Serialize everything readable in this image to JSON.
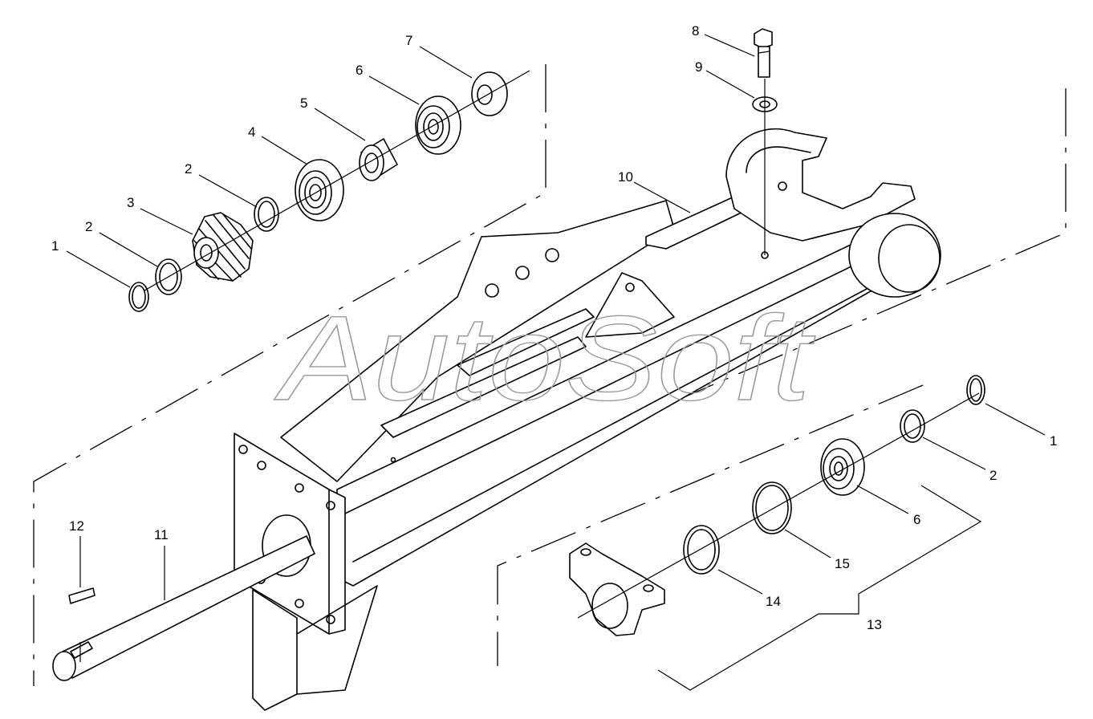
{
  "watermark": "AutoSoft",
  "callouts": {
    "c1a": "1",
    "c2a": "2",
    "c3": "3",
    "c2b": "2",
    "c4": "4",
    "c5": "5",
    "c6a": "6",
    "c7": "7",
    "c8": "8",
    "c9": "9",
    "c10": "10",
    "c11": "11",
    "c12": "12",
    "c1b": "1",
    "c2c": "2",
    "c6b": "6",
    "c15": "15",
    "c14": "14",
    "c13": "13"
  },
  "colors": {
    "line": "#000000",
    "watermark_stroke": "#9a9a9a",
    "background": "#ffffff"
  }
}
